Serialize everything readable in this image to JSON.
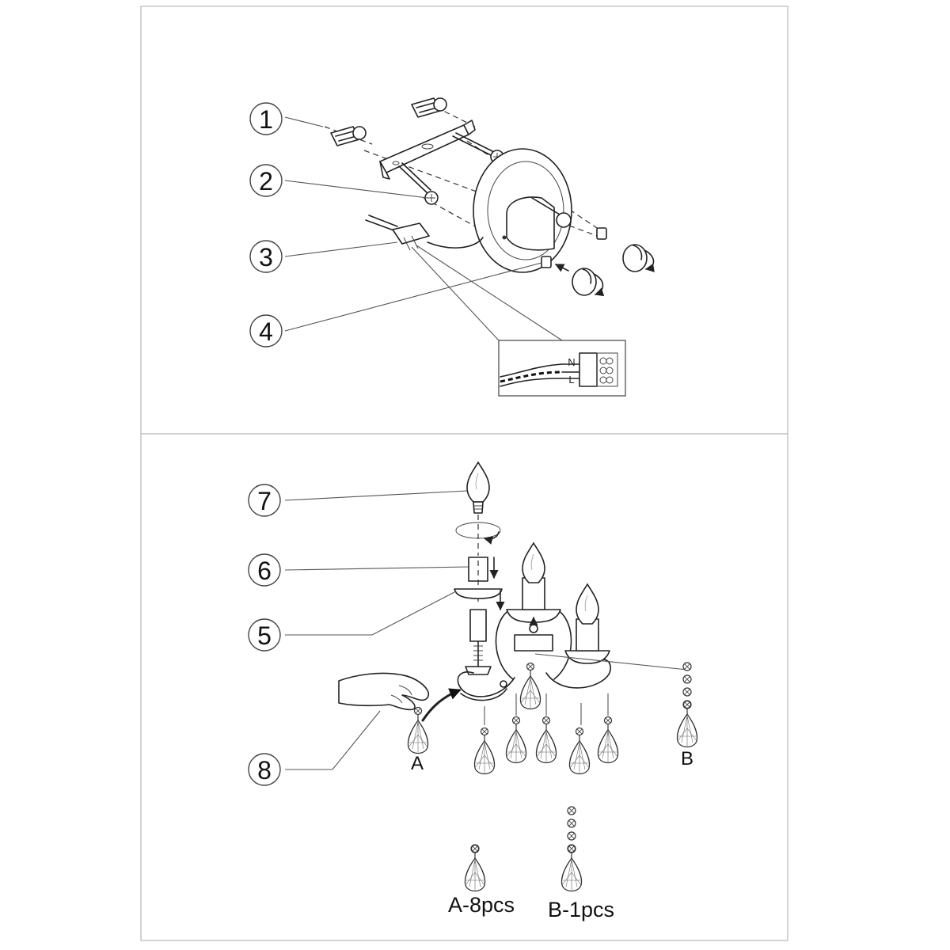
{
  "callouts": {
    "c1": "1",
    "c2": "2",
    "c3": "3",
    "c4": "4",
    "c5": "5",
    "c6": "6",
    "c7": "7",
    "c8": "8"
  },
  "labels": {
    "crystal_a": "A",
    "crystal_b": "B",
    "qty_a": "A-8pcs",
    "qty_b": "B-1pcs"
  },
  "wiring": {
    "terminal_1": "N",
    "terminal_2": "L"
  },
  "icons": {
    "screw": "screw-icon",
    "wall-plug": "wall-plug-icon",
    "bracket": "mounting-bracket-icon",
    "canopy": "canopy-icon",
    "terminal-block": "terminal-block-icon",
    "bulb": "candle-bulb-icon",
    "crystal": "crystal-drop-icon",
    "hand": "hand-icon"
  }
}
